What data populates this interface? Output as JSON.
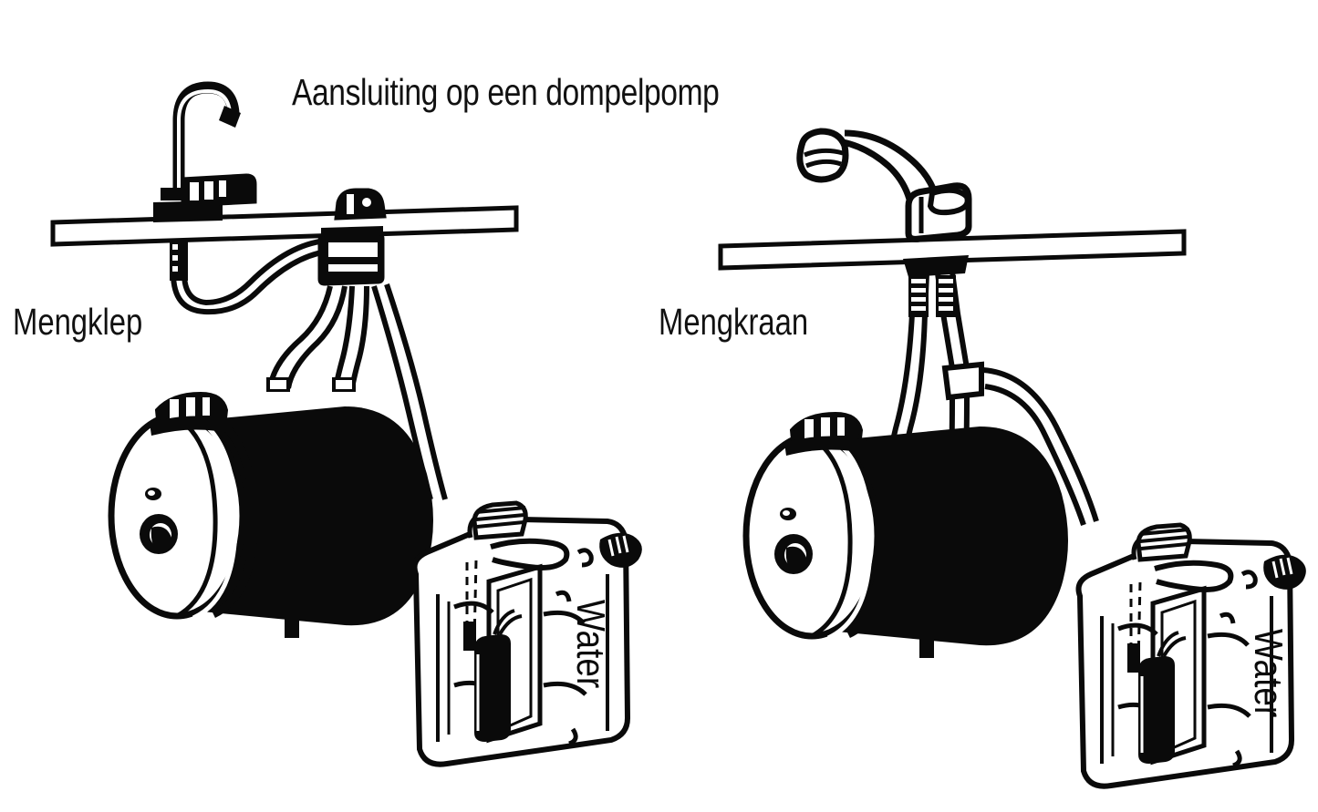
{
  "figure": {
    "type": "technical-line-diagram",
    "subject": "Aansluiting op een dompelpomp",
    "language": "nl",
    "background_color": "#ffffff",
    "ink_color": "#0a0a0a",
    "title": "Aansluiting op een dompelpomp",
    "panels": [
      {
        "id": "left",
        "label": "Mengklep",
        "components": [
          "gooseneck-faucet",
          "mixing-valve-knob",
          "countertop",
          "mixing-valve-block",
          "boiler-tank",
          "water-jerrycan",
          "submersible-pump",
          "hoses"
        ],
        "jerrycan_label": "Water"
      },
      {
        "id": "right",
        "label": "Mengkraan",
        "components": [
          "mixer-tap",
          "countertop",
          "tee-fitting",
          "boiler-tank",
          "water-jerrycan",
          "submersible-pump",
          "hoses"
        ],
        "jerrycan_label": "Water"
      }
    ]
  },
  "titles": {
    "main": "Aansluiting op een dompelpomp"
  },
  "labels": {
    "mengklep": "Mengklep",
    "mengkraan": "Mengkraan",
    "water_left": "Water",
    "water_right": "Water"
  },
  "colors": {
    "ink": "#0a0a0a",
    "background": "#ffffff",
    "tank_body": "#080808",
    "tank_face": "#ffffff"
  }
}
